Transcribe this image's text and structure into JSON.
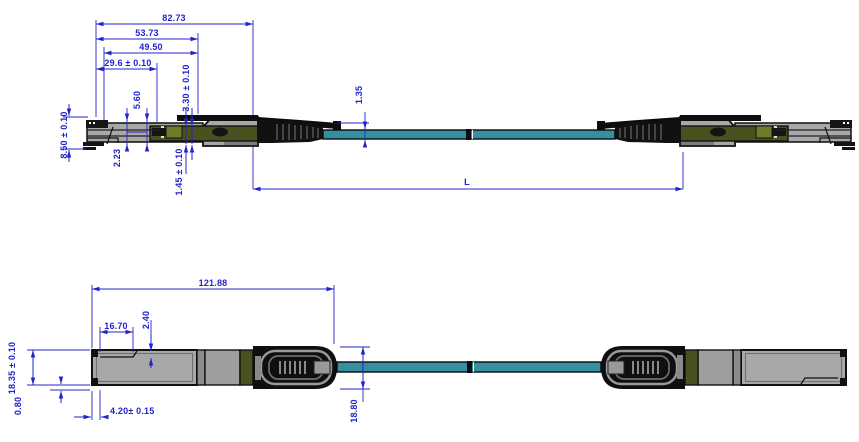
{
  "drawing": {
    "description": "cable-assembly-dimension-drawing",
    "colors": {
      "dimension_blue": "#2323cb",
      "body_gray": "#a8a8a8",
      "divider_gray": "#8b8b8b",
      "section_gray": "#9e9e9e",
      "insert_olive": "#4a5120",
      "insert_olive_bright": "#6f7a2a",
      "boot_black": "#0f0f0f",
      "cable_teal": "#358fa0",
      "background": "#ffffff"
    },
    "top_view": {
      "dims": {
        "overall_length": "82.73",
        "housing_length": "53.73",
        "latch_length": "49.50",
        "nose_length": "29.6 ± 0.10",
        "pad_width": "5.60",
        "pcb_offset": "3.30 ± 0.10",
        "tab_thickness": "1.35",
        "connector_height": "8.50 ± 0.10",
        "step_width": "2.23",
        "latch_height": "1.45 ± 0.10",
        "cable_length": "L"
      }
    },
    "bottom_view": {
      "dims": {
        "overall_length": "121.88",
        "notch_length": "16.70",
        "notch_depth": "2.40",
        "connector_width": "18.35 ± 0.10",
        "edge_offset": "0.80",
        "notch_offset": "4.20± 0.15",
        "boot_width": "18.80"
      }
    }
  }
}
